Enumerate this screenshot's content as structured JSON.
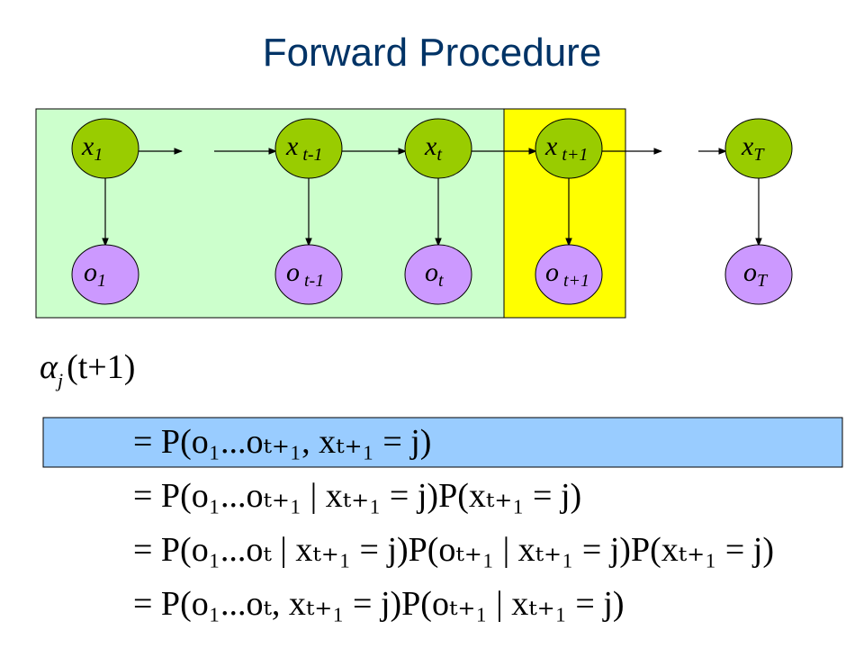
{
  "title": "Forward Procedure",
  "colors": {
    "green_region": "#ccffcc",
    "yellow_region": "#ffff00",
    "state_node": "#99cc00",
    "obs_node": "#cc99ff",
    "highlight_box": "#99ccff",
    "title": "#003366"
  },
  "states": [
    {
      "base": "x",
      "sub": "1"
    },
    {
      "base": "x",
      "sub": " t-1"
    },
    {
      "base": "x",
      "sub": "t"
    },
    {
      "base": "x",
      "sub": " t+1"
    },
    {
      "base": "x",
      "sub": "T"
    }
  ],
  "observations": [
    {
      "base": "o",
      "sub": "1"
    },
    {
      "base": "o",
      "sub": " t-1"
    },
    {
      "base": "o",
      "sub": "t"
    },
    {
      "base": "o",
      "sub": " t+1"
    },
    {
      "base": "o",
      "sub": "T"
    }
  ],
  "alpha": {
    "symbol": "α",
    "sub": "j",
    "arg": "(t+1)"
  },
  "equations": [
    "= P(o₁...oₜ₊₁, xₜ₊₁ = j)",
    "= P(o₁...oₜ₊₁ | xₜ₊₁ = j)P(xₜ₊₁ = j)",
    "= P(o₁...oₜ | xₜ₊₁ = j)P(oₜ₊₁ | xₜ₊₁ = j)P(xₜ₊₁ = j)",
    "= P(o₁...oₜ, xₜ₊₁ = j)P(oₜ₊₁ | xₜ₊₁ = j)"
  ]
}
